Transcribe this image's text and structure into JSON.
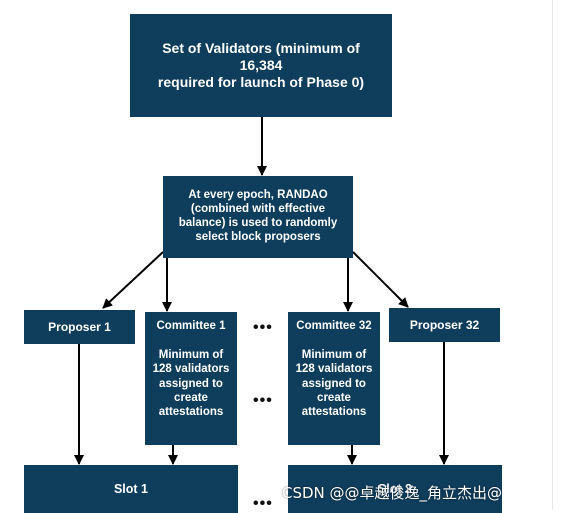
{
  "diagram": {
    "top_box": "Set of Validators (minimum of 16,384\nrequired for launch of Phase 0)",
    "randao_box": "At every epoch, RANDAO\n(combined with effective\nbalance) is used to randomly\nselect block proposers",
    "proposer_1": "Proposer 1",
    "proposer_32": "Proposer 32",
    "committee_1": {
      "title": "Committee 1",
      "desc": "Minimum of\n128 validators\nassigned to\ncreate\nattestations"
    },
    "committee_32": {
      "title": "Committee 32",
      "desc": "Minimum of\n128 validators\nassigned to\ncreate\nattestations"
    },
    "slot_1": "Slot 1",
    "slot_2": "Slot 2",
    "ellipsis": "•••",
    "colors": {
      "box": "#0f3d5c",
      "text": "#ffffff",
      "arrow": "#000000"
    }
  },
  "watermark": "CSDN @@卓越俊逸_角立杰出@"
}
